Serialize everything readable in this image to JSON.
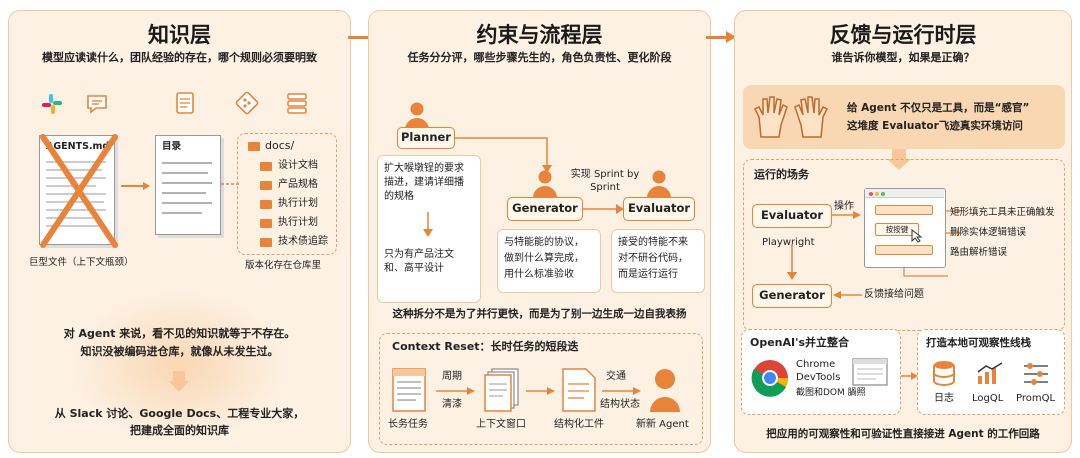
{
  "p1": {
    "title": "知识层",
    "subtitle": "模型应读读什么，团队经验的存在，哪个规则必须要明致",
    "file": "AGENTS.md",
    "toc": "目录",
    "folder": "docs/",
    "items": [
      "设计文档",
      "产品规格",
      "执行计划",
      "执行计划",
      "技术债追踪"
    ],
    "cap_left": "巨型文件（上下文瓶颈）",
    "cap_right": "版本化存在仓库里",
    "q1": "对 Agent 来说，看不见的知识就等于不存在。",
    "q2": "知识没被编码进仓库，就像从未发生过。",
    "q3": "从 Slack 讨论、Google Docs、工程专业大家，",
    "q4": "把建成全面的知识库"
  },
  "p2": {
    "title": "约束与流程层",
    "subtitle": "任务分分评，哪些步骤先生的，角色负责性、更化阶段",
    "planner": "Planner",
    "generator": "Generator",
    "evaluator": "Evaluator",
    "sprint": "实现 Sprint by Sprint",
    "pl1": "扩大喉墩锃的要求",
    "pl2": "描进，建请详细播",
    "pl3": "的规格",
    "pl4": "只为有产品注文",
    "pl5": "和、高平设计",
    "g1": "与特能能的协议，",
    "g2": "做到什么算完成，",
    "g3": "用什么标准验收",
    "e1": "接受的特能不来",
    "e2": "对不研谷代码，",
    "e3": "而是运行运行",
    "note": "这种拆分不是为了并行更快，而是为了别一边生成一边自我表扬",
    "ctx_title": "Context Reset：长时任务的短段迭",
    "c1": "长务任务",
    "c2": "上下文窗口",
    "c3": "结构化工件",
    "c4": "新新 Agent",
    "a1": "周期",
    "a2": "清漆",
    "a3": "交通",
    "a4": "结构状态"
  },
  "p3": {
    "title": "反馈与运行时层",
    "subtitle": "谁告诉你模型，如果是正确？",
    "hand1": "给 Agent 不仅只是工具，而是“感官”",
    "hand2": "这堆度 Evaluator飞迹真实环境访问",
    "scene": "运行的场务",
    "evaluator": "Evaluator",
    "playwright": "Playwright",
    "op": "操作",
    "btn": "按按键",
    "i1": "矩形填充工具未正确触发",
    "i2": "删除实体逻辑错误",
    "i3": "路由解析错误",
    "generator": "Generator",
    "fb": "反馈接给问题",
    "openai": "OpenAI's并立整合",
    "chrome1": "Chrome",
    "chrome2": "DevTools",
    "chrome3": "截图和DOM 腡照",
    "obs": "打造本地可观察性线栈",
    "log": "日志",
    "logql": "LogQL",
    "promql": "PromQL",
    "bottom": "把应用的可观察性和可验证性直接接进 Agent 的工作回路"
  }
}
